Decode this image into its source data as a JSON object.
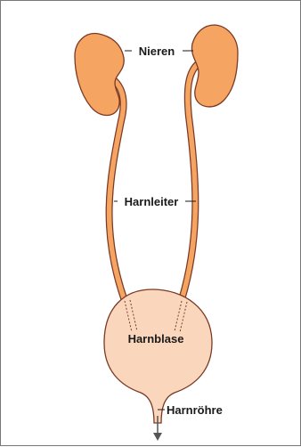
{
  "labels": {
    "kidneys": "Nieren",
    "ureters": "Harnleiter",
    "bladder": "Harnblase",
    "urethra": "Harnröhre"
  },
  "colors": {
    "kidney_fill": "#F5A462",
    "ureter_fill": "#F5A462",
    "bladder_fill": "#FAD7BC",
    "outline": "#7A3A25",
    "leader": "#1a1a1a",
    "arrow": "#555555"
  }
}
